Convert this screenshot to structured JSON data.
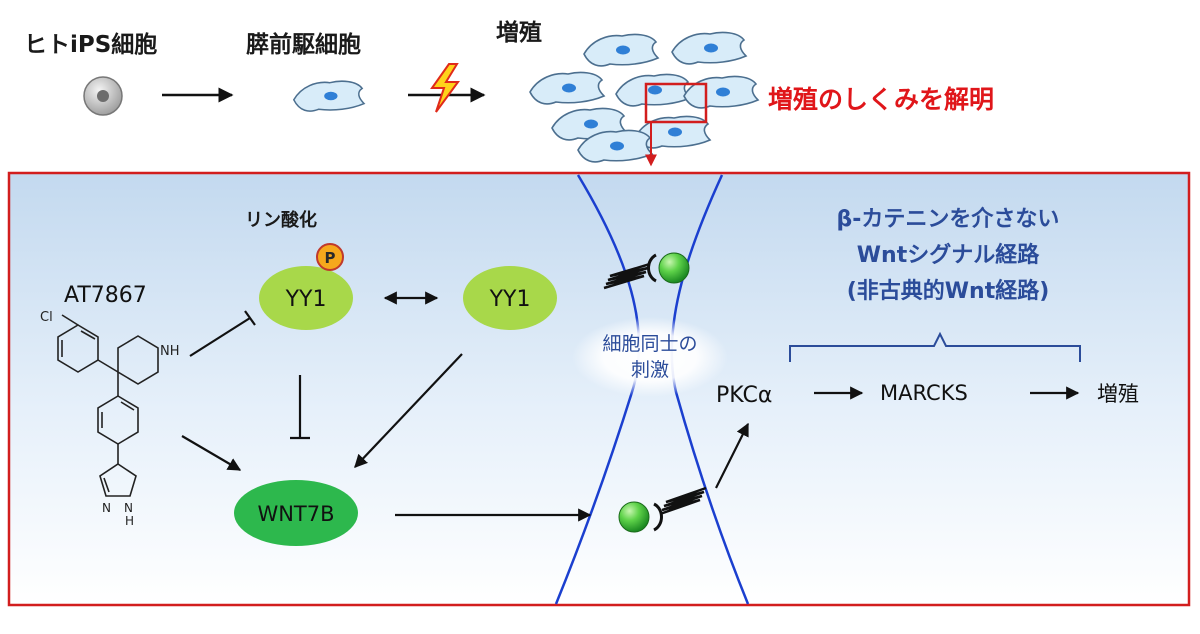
{
  "top_flow": {
    "stage1_label": "ヒトiPS細胞",
    "stage2_label": "膵前駆細胞",
    "stage3_label": "増殖",
    "headline": "増殖のしくみを解明"
  },
  "pathway": {
    "phosphorylation_label": "リン酸化",
    "phospho_badge": "P",
    "inhibitor_name": "AT7867",
    "cl_label": "Cl",
    "nh_label": "NH",
    "pyrazole_n_label": "N",
    "pyrazole_nh_label": "N",
    "pyrazole_h_label": "H",
    "yy1_phospho_label": "YY1",
    "yy1_label": "YY1",
    "wnt7b_label": "WNT7B",
    "contact_line1": "細胞同士の",
    "contact_line2": "刺激",
    "pkca_label": "PKCα",
    "marcks_label": "MARCKS",
    "proliferation_label": "増殖",
    "noncanonical_title_line1": "β-カテニンを介さない",
    "noncanonical_title_line2": "Wntシグナル経路",
    "noncanonical_title_line3": "(非古典的Wnt経路)"
  },
  "colors": {
    "frame_red": "#d21e1e",
    "headline_red": "#e0161a",
    "title_blue": "#2b4c9a",
    "membrane_blue": "#1b3fcf",
    "yy1_green": "#a8d84a",
    "wnt7b_green": "#2db84d",
    "receptor_green": "#3fc243",
    "phospho_orange": "#f6a81c"
  },
  "icons": [
    "ips-cell-icon",
    "progenitor-cell-icon",
    "lightning-icon",
    "cell-cluster-icon",
    "phospho-badge-icon",
    "receptor-icon"
  ]
}
